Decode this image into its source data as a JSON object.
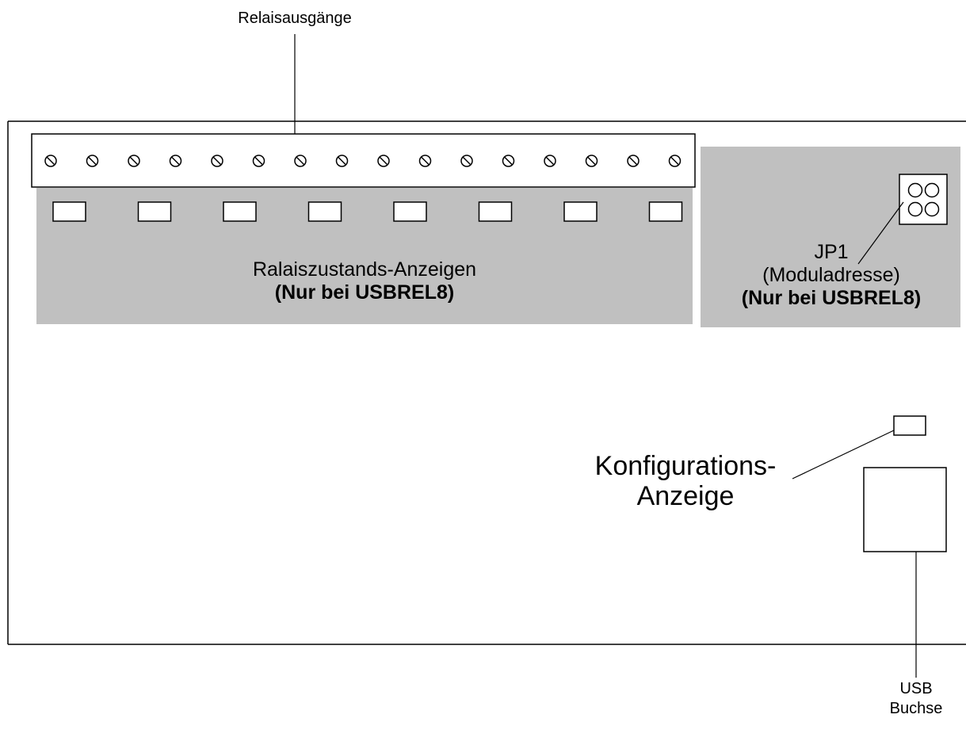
{
  "colors": {
    "line": "#000000",
    "shaded_area": "#c0c0c0",
    "background": "#ffffff"
  },
  "labels": {
    "relay_outputs": "Relaisausgänge",
    "relay_indicators": "Ralaiszustands-Anzeigen",
    "relay_indicators_note": "(Nur bei USBREL8)",
    "jumper_name": "JP1",
    "jumper_desc": "(Moduladresse)",
    "jumper_note": "(Nur bei USBREL8)",
    "config_line1": "Konfigurations-",
    "config_line2": "Anzeige",
    "usb_line1": "USB",
    "usb_line2": "Buchse"
  },
  "components": {
    "terminal_screw_count": 16,
    "relay_led_count": 8,
    "jumper_pin_count": 4
  }
}
